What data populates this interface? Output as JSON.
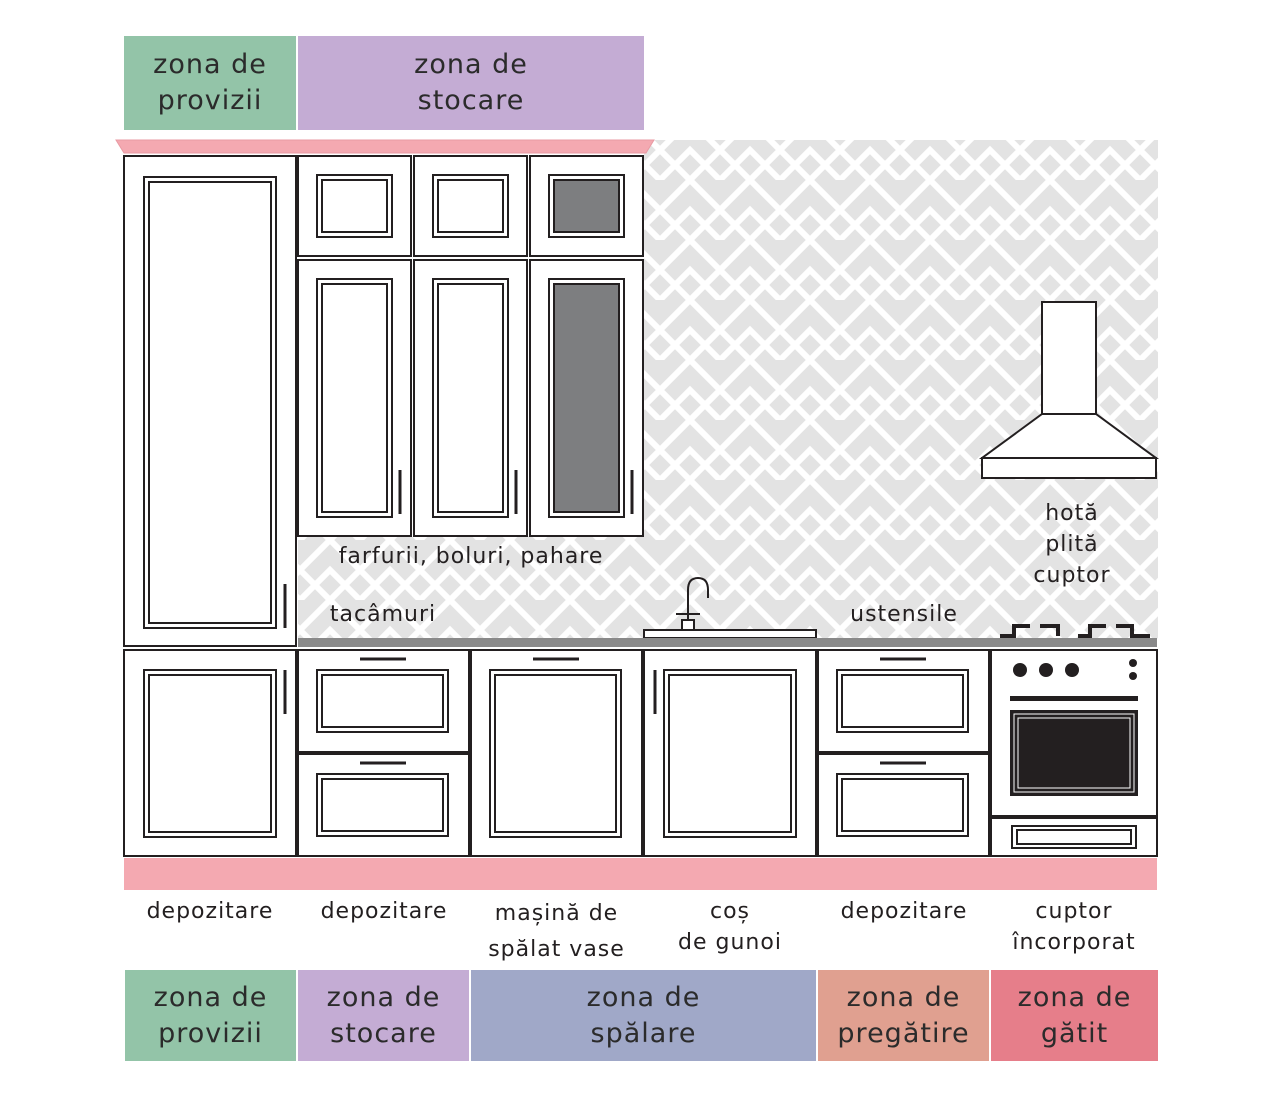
{
  "colors": {
    "provizii": "#93c4a8",
    "stocare": "#c4acd4",
    "spalare": "#a0a8c8",
    "pregatire": "#e0a090",
    "gatit": "#e67e8a",
    "plinth": "#f4a9b1",
    "cabinet_line": "#231f20",
    "glass": "#7d7e80",
    "tile_bg": "#e3e3e3",
    "countertop": "#8a8a8a"
  },
  "top_zones": [
    {
      "label": "zona de\nprovizii",
      "color": "provizii"
    },
    {
      "label": "zona de\nstocare",
      "color": "stocare"
    }
  ],
  "upper_labels": {
    "shelf": "farfurii, boluri, pahare",
    "cutlery": "tacâmuri",
    "utensils": "ustensile",
    "hood": "hotă\nplită\ncuptor"
  },
  "base_labels": [
    "depozitare",
    "depozitare",
    "mașină de\nspălat vase",
    "coș\nde gunoi",
    "depozitare",
    "cuptor\nîncorporat"
  ],
  "bottom_zones": [
    {
      "label": "zona de\nprovizii",
      "color": "provizii"
    },
    {
      "label": "zona de\nstocare",
      "color": "stocare"
    },
    {
      "label": "zona de\nspălare",
      "color": "spalare"
    },
    {
      "label": "zona de\npregătire",
      "color": "pregatire"
    },
    {
      "label": "zona de\ngătit",
      "color": "gatit"
    }
  ]
}
